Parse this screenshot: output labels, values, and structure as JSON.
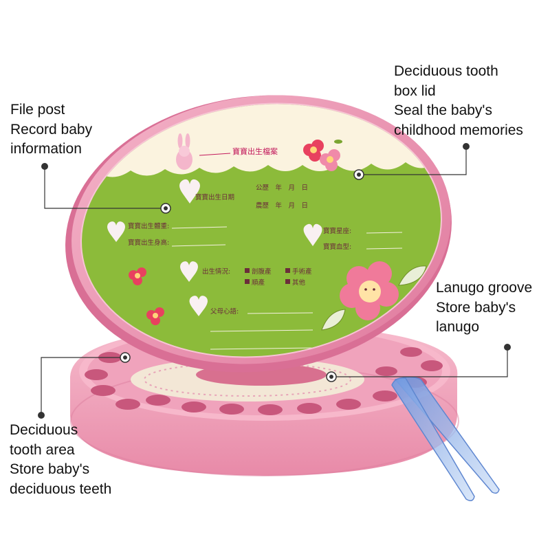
{
  "callouts": {
    "file_post": {
      "lines": [
        "File post",
        "Record baby",
        "information"
      ]
    },
    "lid": {
      "lines": [
        "Deciduous tooth",
        "box lid",
        "Seal the baby's",
        "childhood memories"
      ]
    },
    "lanugo": {
      "lines": [
        "Lanugo groove",
        "Store baby's",
        "lanugo"
      ]
    },
    "tooth_area": {
      "lines": [
        "Deciduous",
        "tooth area",
        "Store baby's",
        "deciduous teeth"
      ]
    }
  },
  "card": {
    "title": "寶寶出生檔案",
    "gregorian": "公歷　年　月　日",
    "lunar": "農歷　年　月　日",
    "birth_date": "寶寶出生日期",
    "birth_weight": "寶寶出生體重:",
    "birth_height": "寶寶出生身高:",
    "zodiac": "寶寶星座:",
    "blood_type": "寶寶血型:",
    "birth_status": "出生情況:",
    "option_1": "剖腹產",
    "option_2": "手術產",
    "option_3": "順產",
    "option_4": "其他",
    "parents_words": "父母心語:"
  },
  "colors": {
    "box_pink": "#f2a6c0",
    "lid_rim": "#ea8fb0",
    "card_green": "#8cbb3a",
    "card_cream": "#fbf3df",
    "tweezers_blue": "#8fb4e8",
    "callout_line": "#333333"
  }
}
